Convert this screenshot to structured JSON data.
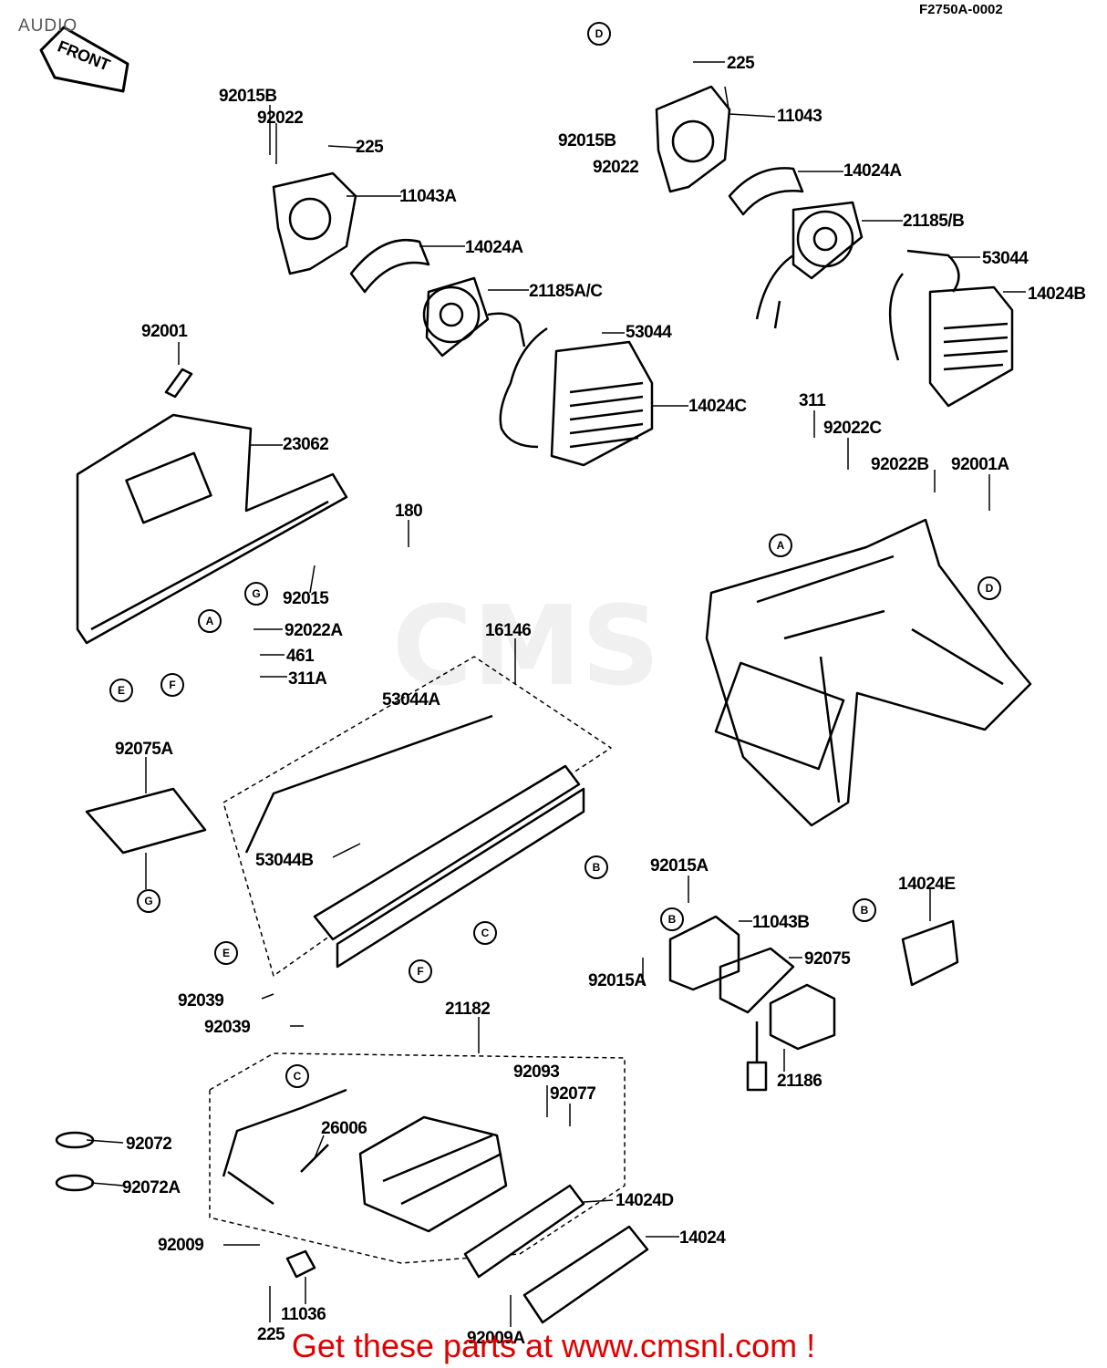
{
  "header": {
    "title": "AUDIO",
    "code": "F2750A-0002"
  },
  "front_label": "FRONT",
  "watermark": "CMS",
  "refs": [
    "D",
    "A",
    "D",
    "E",
    "F",
    "G",
    "A",
    "G",
    "B",
    "C",
    "E",
    "F",
    "B",
    "C",
    "B"
  ],
  "parts": [
    "92015B",
    "92022",
    "225",
    "11043A",
    "14024A",
    "21185A/C",
    "53044",
    "14024C",
    "225",
    "92015B",
    "92022",
    "11043",
    "14024A",
    "21185/B",
    "53044",
    "14024B",
    "92001",
    "23062",
    "180",
    "92015",
    "92022A",
    "461",
    "311A",
    "311",
    "92022C",
    "92022B",
    "92001A",
    "16146",
    "53044A",
    "92075A",
    "53044B",
    "92015A",
    "11043B",
    "92015A",
    "92075",
    "14024E",
    "21186",
    "92039",
    "92039",
    "21182",
    "92093",
    "92077",
    "26006",
    "92072",
    "92072A",
    "14024D",
    "14024",
    "92009",
    "225",
    "11036",
    "92009A"
  ],
  "footer": {
    "text": "Get these parts at www.cmsnl.com !"
  },
  "colors": {
    "footer": "#e00000",
    "ink": "#000000"
  }
}
